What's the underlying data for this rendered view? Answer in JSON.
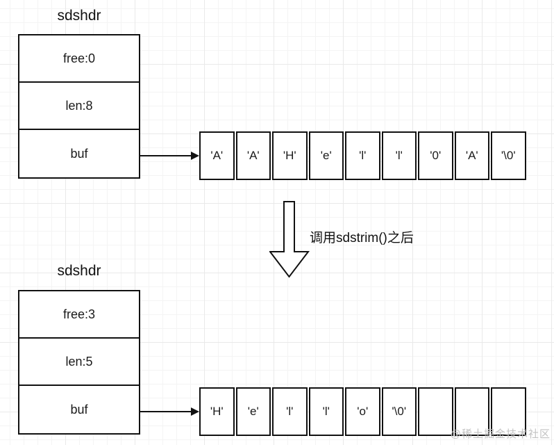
{
  "before": {
    "title": "sdshdr",
    "fields": [
      "free:0",
      "len:8",
      "buf"
    ],
    "buffer": [
      "'A'",
      "'A'",
      "'H'",
      "'e'",
      "'l'",
      "'l'",
      "'0'",
      "'A'",
      "'\\0'"
    ]
  },
  "transition_label": "调用sdstrim()之后",
  "after": {
    "title": "sdshdr",
    "fields": [
      "free:3",
      "len:5",
      "buf"
    ],
    "buffer": [
      "'H'",
      "'e'",
      "'l'",
      "'l'",
      "'o'",
      "'\\0'",
      "",
      "",
      ""
    ]
  },
  "watermark": "@稀土掘金技术社区",
  "colors": {
    "line": "#111111",
    "grid_minor": "#f4f4f4",
    "grid_major": "#e9e9e9",
    "watermark": "#c2c2c2"
  }
}
